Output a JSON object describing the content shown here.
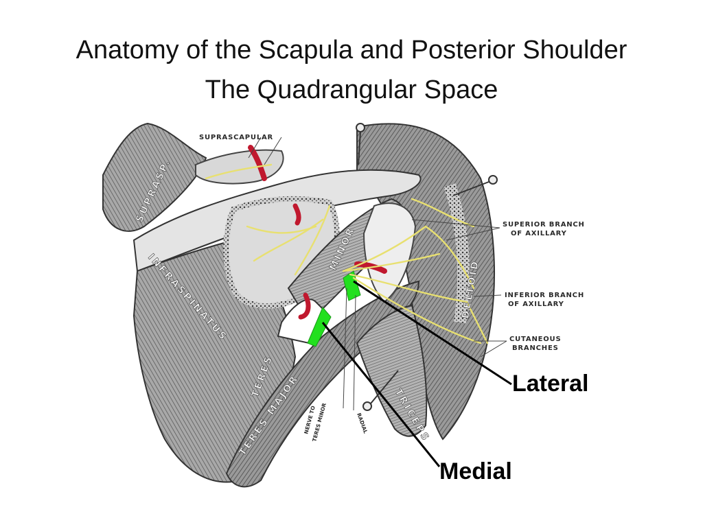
{
  "title": {
    "line1": "Anatomy of the Scapula and Posterior Shoulder",
    "line2": "The Quadrangular Space"
  },
  "figure_labels": {
    "suprascapular": "SUPRASCAPULAR",
    "superior_branch_1": "SUPERIOR BRANCH",
    "superior_branch_2": "OF AXILLARY",
    "inferior_branch_1": "INFERIOR BRANCH",
    "inferior_branch_2": "OF AXILLARY",
    "cutaneous_1": "CUTANEOUS",
    "cutaneous_2": "BRANCHES",
    "lateral": "Lateral",
    "medial": "Medial",
    "nerve_to_1": "NERVE TO",
    "nerve_to_2": "TERES MINOR",
    "radial": "RADIAL"
  },
  "muscle_labels": {
    "supraspinatus": "SUPRASP.",
    "infraspinatus": "INFRASPINATUS",
    "teres_minor_1": "TERES",
    "teres_minor_2": "MINOR",
    "teres_major": "TERES MAJOR",
    "triceps": "TRICEPS",
    "deltoid": "DELTOID"
  },
  "colors": {
    "highlight_green": "#22e01e",
    "artery_red": "#c0182e",
    "nerve_yellow": "#e8e070",
    "muscle_gray": "#8a8a8a"
  }
}
